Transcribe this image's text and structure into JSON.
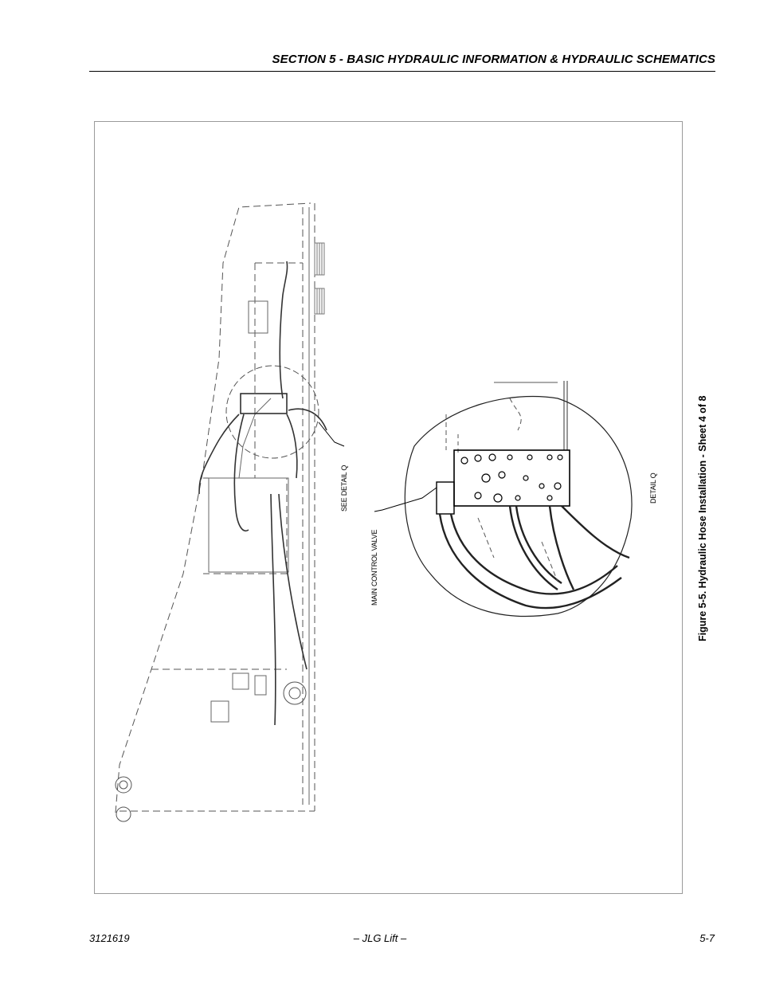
{
  "header": {
    "section_title": "SECTION 5 - BASIC HYDRAULIC INFORMATION & HYDRAULIC SCHEMATICS"
  },
  "figure": {
    "caption": "Figure 5-5. Hydraulic Hose Installation - Sheet 4 of 8",
    "callouts": {
      "see_detail": "SEE DETAIL Q",
      "main_control_valve": "MAIN CONTROL VALVE",
      "detail_label": "DETAIL Q"
    }
  },
  "footer": {
    "doc_number": "3121619",
    "publisher": "– JLG Lift –",
    "page_number": "5-7"
  }
}
